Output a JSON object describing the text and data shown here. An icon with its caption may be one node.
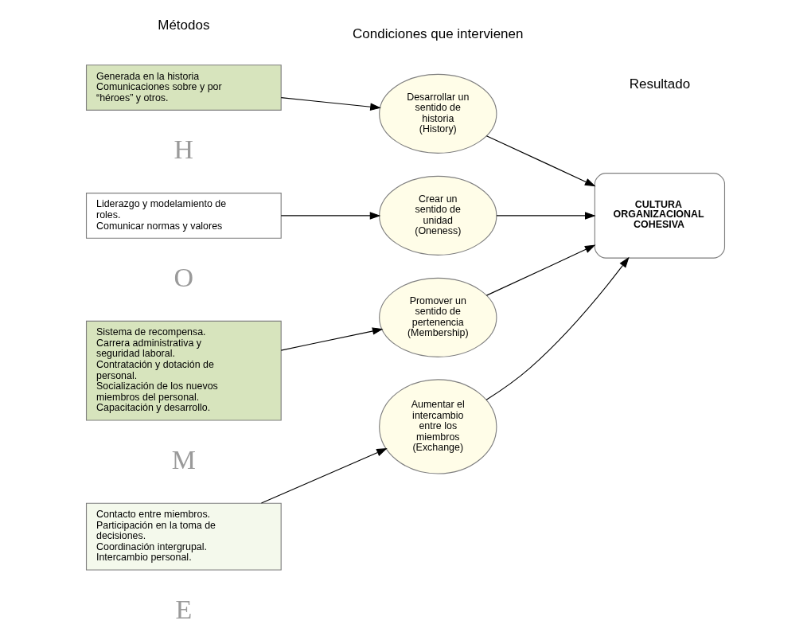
{
  "diagram": {
    "nodes": [
      {
        "text": [
          "Generada en la historia",
          "Comunicaciones sobre y por “héroes” y otros."
        ]
      },
      {
        "text": [
          "Liderazgo y modelamiento de roles.",
          "Comunicar normas y valores"
        ]
      },
      {
        "text": [
          "Sistema de recompensa.",
          "Carrera administrativa y seguridad laboral.",
          "Contratación y dotación de personal.",
          "Socialización de los nuevos miembros del personal.",
          "Capacitación y desarrollo."
        ]
      },
      {
        "text": [
          "Contacto entre miembros.",
          "Participación en la toma de decisiones.",
          "Coordinación intergrupal.",
          "Intercambio personal."
        ]
      },
      {
        "text": [
          "Desarrollar un sentido de historia (History)"
        ]
      },
      {
        "text": [
          "Crear un sentido de unidad (Oneness)"
        ]
      },
      {
        "text": [
          "Promover un sentido de pertenencia (Membership)"
        ]
      },
      {
        "text": [
          "Aumentar el intercambio entre los miembros (Exchange)"
        ]
      },
      {
        "text": [
          "CULTURA ORGANIZACIONAL COHESIVA"
        ]
      }
    ],
    "edges": [
      {
        "from": 0,
        "to": 4,
        "arrow": "to"
      },
      {
        "from": 1,
        "to": 5,
        "arrow": "to"
      },
      {
        "from": 2,
        "to": 6,
        "arrow": "to"
      },
      {
        "from": 3,
        "to": 7,
        "arrow": "to"
      },
      {
        "from": 4,
        "to": 8,
        "arrow": "to"
      },
      {
        "from": 5,
        "to": 8,
        "arrow": "to"
      },
      {
        "from": 6,
        "to": 8,
        "arrow": "to"
      },
      {
        "from": 7,
        "to": 8,
        "arrow": "to"
      }
    ],
    "labels": [
      "Métodos",
      "Condiciones que intervienen",
      "Resultado",
      "H",
      "O",
      "M",
      "E"
    ]
  }
}
